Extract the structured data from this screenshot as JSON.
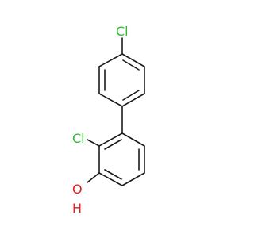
{
  "molecule": {
    "atoms": {
      "cl_top": "Cl",
      "cl_ortho": "Cl",
      "oxygen": "O",
      "hydrogen": "H"
    },
    "colors": {
      "chlorine": "#2dbb2d",
      "oxygen": "#e01c1c",
      "bond": "#1a1a1a",
      "background": "#ffffff"
    }
  }
}
